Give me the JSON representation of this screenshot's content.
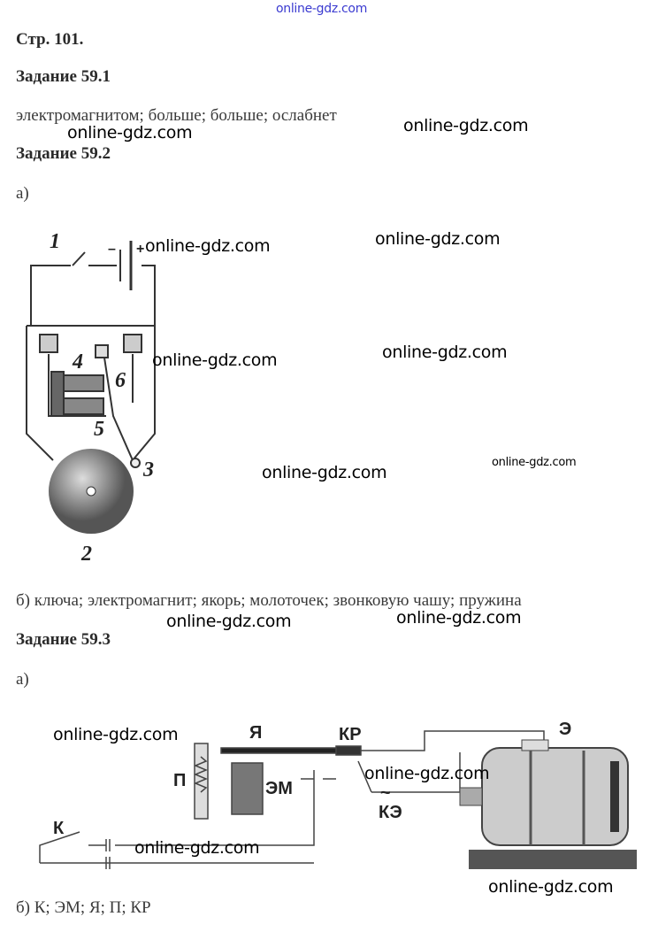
{
  "header": {
    "page": "Стр. 101."
  },
  "task1": {
    "title": "Задание 59.1",
    "answer": "электромагнитом; больше; больше; ослабнет"
  },
  "task2": {
    "title": "Задание 59.2",
    "part_a": "а)",
    "part_b": "б) ключа; электромагнит; якорь; молоточек; звонковую чашу; пружина",
    "diagram_labels": {
      "key": "1",
      "bowl": "2",
      "hammer": "3",
      "electromagnet": "4",
      "armature": "5",
      "spring": "6",
      "plus": "+",
      "minus": "–"
    }
  },
  "task3": {
    "title": "Задание 59.3",
    "part_a": "а)",
    "part_b": "б) К; ЭМ; Я; П; КР",
    "diagram_labels": {
      "anchor": "Я",
      "contacts": "КР",
      "engine": "Э",
      "spring": "П",
      "electromagnet": "ЭМ",
      "key": "К",
      "circuit": "КЭ",
      "ac": "~"
    }
  },
  "watermarks": [
    "online-gdz.com",
    "online-gdz.com",
    "online-gdz.com",
    "online-gdz.com",
    "online-gdz.com",
    "online-gdz.com",
    "online-gdz.com",
    "online-gdz.com",
    "online-gdz.com",
    "online-gdz.com",
    "online-gdz.com",
    "online-gdz.com",
    "online-gdz.com",
    "online-gdz.com",
    "online-gdz.com"
  ]
}
